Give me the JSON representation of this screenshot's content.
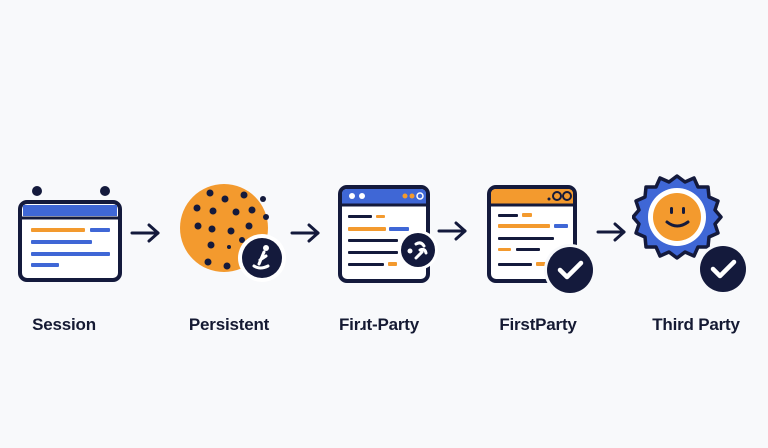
{
  "diagram": {
    "type": "flow",
    "direction": "left-to-right",
    "colors": {
      "navy": "#141a3c",
      "blue": "#3f67d6",
      "orange": "#f39a2e",
      "background": "#f8f9fb",
      "white": "#ffffff"
    },
    "steps": [
      {
        "label": "Session",
        "icon": "calendar-window-icon"
      },
      {
        "label": "Persistent",
        "icon": "cookie-with-badge-icon"
      },
      {
        "label": "First-Party",
        "display_label": "Firɹt-Party",
        "icon": "browser-window-with-badge-icon"
      },
      {
        "label": "FirstParty",
        "icon": "browser-window-checkmark-icon"
      },
      {
        "label": "Third Party",
        "icon": "seal-smiley-checkmark-icon"
      }
    ],
    "connectors": [
      {
        "from": "Session",
        "to": "Persistent",
        "icon": "arrow-right-icon"
      },
      {
        "from": "Persistent",
        "to": "First-Party",
        "icon": "arrow-right-icon"
      },
      {
        "from": "First-Party",
        "to": "FirstParty",
        "icon": "arrow-right-icon"
      },
      {
        "from": "FirstParty",
        "to": "Third Party",
        "icon": "arrow-right-icon"
      }
    ]
  }
}
